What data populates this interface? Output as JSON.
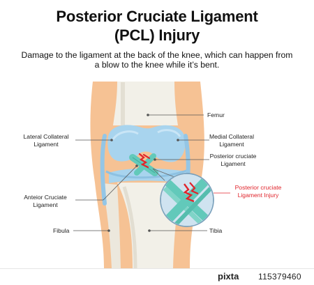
{
  "title": {
    "line1": "Posterior Cruciate Ligament",
    "line2": "(PCL) Injury"
  },
  "description": {
    "line1": "Damage to the ligament at the back of the knee, which can happen from",
    "line2": "a blow to the knee while it’s bent."
  },
  "labels": {
    "femur": "Femur",
    "medial_collateral_1": "Medial Collateral",
    "medial_collateral_2": "Ligament",
    "posterior_cruciate_1": "Posterior cruciate",
    "posterior_cruciate_2": "Ligament",
    "lateral_collateral_1": "Lateral Collateral",
    "lateral_collateral_2": "Ligament",
    "anterior_cruciate_1": "Anteior Cruciate",
    "anterior_cruciate_2": "Ligament",
    "fibula": "Fibula",
    "tibia": "Tibia",
    "injury_1": "Posterior cruciate",
    "injury_2": "Ligament Injury"
  },
  "footer": {
    "logo_word1": "pixta",
    "stock_id": "115379460"
  },
  "colors": {
    "skin": "#f6c294",
    "bone": "#f2f0e8",
    "cartilage": "#a8d4ee",
    "ligament": "#62c9ba",
    "injury": "#e0242b"
  }
}
